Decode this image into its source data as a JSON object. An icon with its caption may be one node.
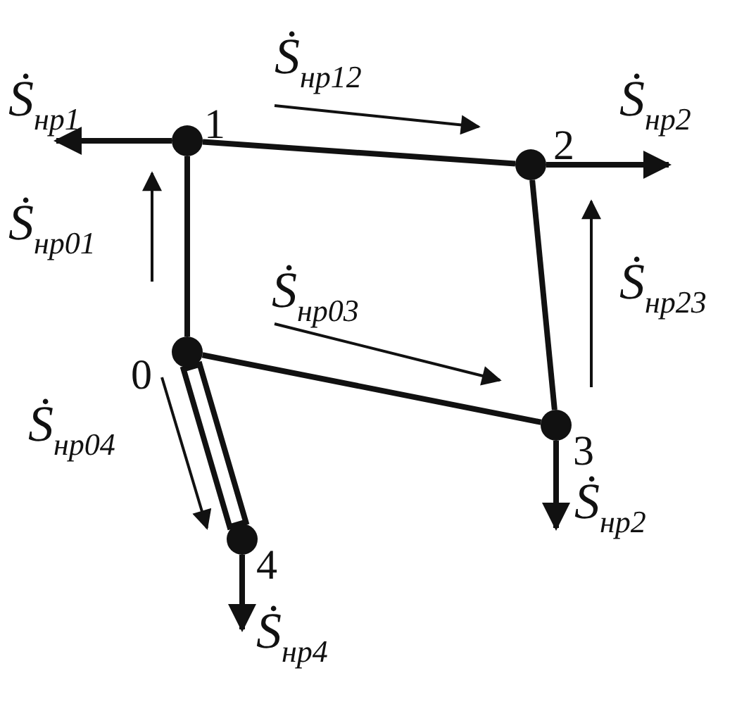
{
  "diagram": {
    "nodes": [
      {
        "text": [],
        "shape": "circle",
        "beside": [
          "0"
        ]
      },
      {
        "text": [],
        "shape": "circle",
        "beside": [
          "1"
        ]
      },
      {
        "text": [],
        "shape": "circle",
        "beside": [
          "2"
        ]
      },
      {
        "text": [],
        "shape": "circle",
        "beside": [
          "3"
        ]
      },
      {
        "text": [],
        "shape": "circle",
        "beside": [
          "4"
        ]
      }
    ],
    "edges": [
      {
        "from": 0,
        "to": 1,
        "arrow": "none"
      },
      {
        "from": 1,
        "to": 2,
        "arrow": "none"
      },
      {
        "from": 2,
        "to": 3,
        "arrow": "none"
      },
      {
        "from": 3,
        "to": 0,
        "arrow": "none"
      },
      {
        "from": 0,
        "to": 4,
        "arrow": "none",
        "style": "thick"
      },
      {
        "from": 1,
        "to": null,
        "arrow": "to",
        "label": "Ṡ$_{нр1}$"
      },
      {
        "from": 2,
        "to": null,
        "arrow": "to",
        "label": "Ṡ$_{нр2}$"
      },
      {
        "from": 3,
        "to": null,
        "arrow": "to",
        "label": "Ṡ$_{нр2}$"
      },
      {
        "from": 4,
        "to": null,
        "arrow": "to",
        "label": "Ṡ$_{нр4}$"
      }
    ],
    "labels": [
      "Ṡ$_{нр12}$",
      "Ṡ$_{нр01}$",
      "Ṡ$_{нр03}$",
      "Ṡ$_{нр23}$",
      "Ṡ$_{нр04}$"
    ]
  }
}
